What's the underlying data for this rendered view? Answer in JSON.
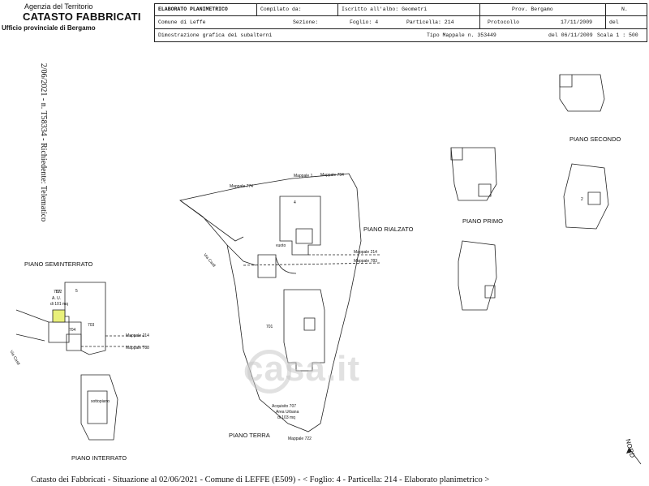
{
  "logo": {
    "agency": "Agenzia del Territorio",
    "title": "CATASTO FABBRICATI",
    "office": "Ufficio provinciale di  Bergamo"
  },
  "side_strip": "2/06/2021 - n. T58334 - Richiedente: Telematico",
  "header": {
    "doc_type": "ELABORATO PLANIMETRICO",
    "compiled_by_label": "Compilato da:",
    "registered_label": "Iscritto all'albo: Geometri",
    "province_label": "Prov. Bergamo",
    "n_label": "N.",
    "comune_label": "Comune di Leffe",
    "sezione_label": "Sezione:",
    "foglio_label": "Foglio: 4",
    "particella_label": "Particella: 214",
    "protocol_label": "Protocollo",
    "protocol_date": "17/11/2009",
    "del_label": "del",
    "dimostrazione": "Dimostrazione grafica dei subalterni",
    "tipo_mappale": "Tipo Mappale n. 353449",
    "tipo_del": "del 06/11/2009",
    "scala": "Scala 1 : 500"
  },
  "plan_labels": {
    "piano_seminterrato": "PIANO SEMINTERRATO",
    "piano_interrato": "PIANO INTERRATO",
    "piano_terra": "PIANO TERRA",
    "piano_rialzato": "PIANO RIALZATO",
    "piano_primo": "PIANO PRIMO",
    "piano_secondo": "PIANO SECONDO",
    "mappale_774": "Mappale 774",
    "mappale_1": "Mappale 1",
    "mappale_794": "Mappale 794",
    "mappale_214": "Mappale 214",
    "mappale_783": "Mappale 783",
    "mappale_722": "Mappale 722",
    "mappale_214_b": "Mappale 214",
    "mappale_788": "Mappale 788",
    "via": "Via Castl",
    "via2": "Via Castl",
    "sub_701": "701",
    "sub_702": "702",
    "sub_703": "703",
    "sub_704": "704",
    "sub_707": "707",
    "sub_2": "2",
    "sub_4": "4",
    "sub_5": "5",
    "vuoto": "vuoto",
    "au": "A. U.",
    "di101": "di 101 mq",
    "acquisito": "Acquisito 707",
    "area_urbana": "Area Urbana",
    "di103": "di 103 mq",
    "interrato_txt": "sottopiano"
  },
  "watermark": "casa.it",
  "north": "NORD",
  "footer": "Catasto dei Fabbricati - Situazione al 02/06/2021 - Comune di LEFFE (E509) - < Foglio: 4 - Particella: 214 - Elaborato planimetrico >"
}
